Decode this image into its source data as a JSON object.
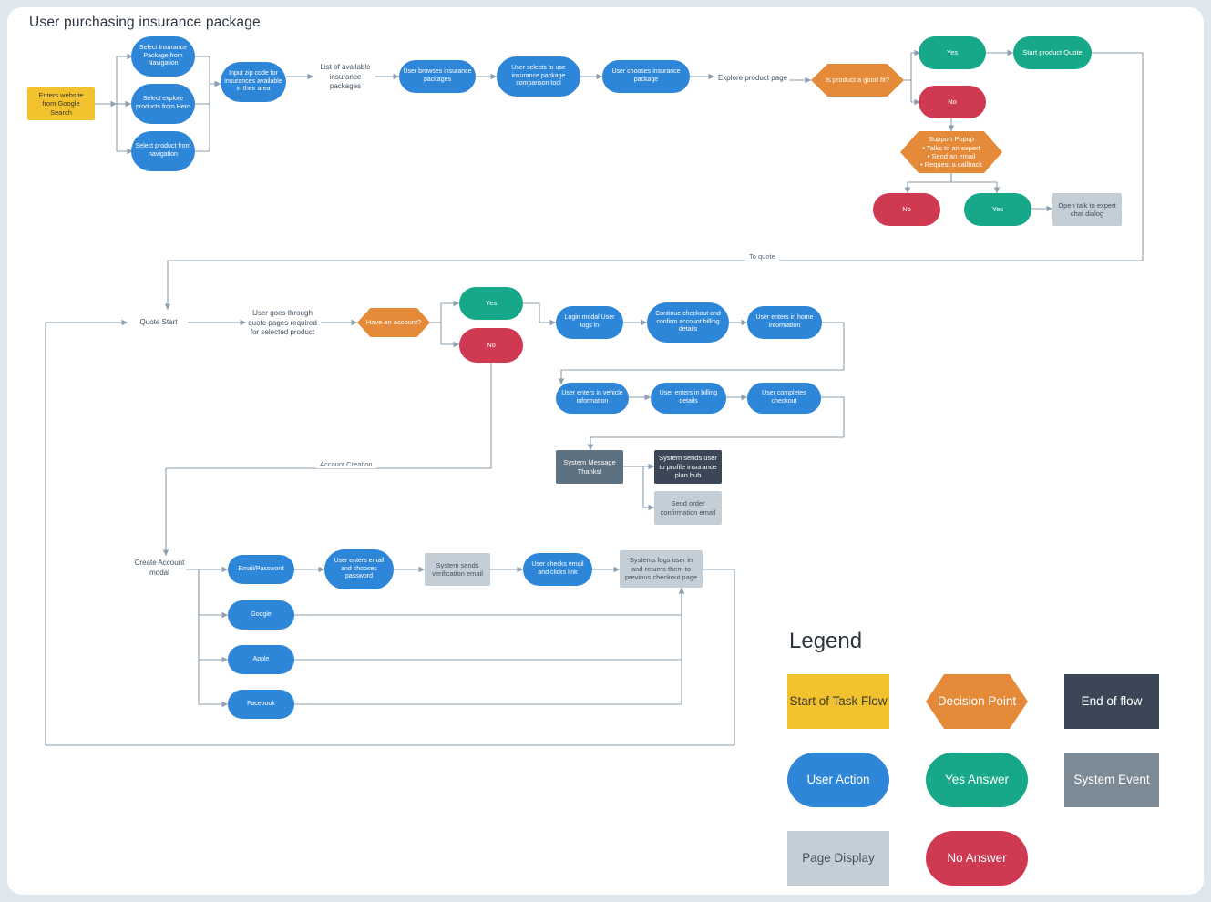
{
  "title": "User purchasing insurance package",
  "colors": {
    "blue": "#2e86d8",
    "yellow": "#f2c12e",
    "teal": "#17a88a",
    "red": "#cf3a52",
    "orange": "#e58a38",
    "page_display_gray": "#c3ced6",
    "system_event_gray": "#7c8a96",
    "end_of_flow_dark": "#3b4756",
    "slate": "#5e7180",
    "connector": "#8d9eae",
    "canvas": "#dfe6ec",
    "sheet": "#ffffff"
  },
  "flow": {
    "start": "Enters website from Google Search",
    "entry_options": [
      "Select Insurance Package from Navigation",
      "Select explore products from Hero",
      "Select product from navigation"
    ],
    "zip": "Input zip code for insurances available in their area",
    "list_available": "List of available insurance packages",
    "browse": "User browses insurance packages",
    "compare": "User selects to use insurance package comparison tool",
    "choose": "User chooses insurance package",
    "explore_page": "Explore product page",
    "good_fit_decision": "Is product a good fit?",
    "good_fit_yes": "Yes",
    "good_fit_no": "No",
    "start_quote": "Start product Quote",
    "support_popup": "Support Popup\n• Talks to an expert\n• Send an email\n• Request a callback",
    "support_popup_lines": [
      "Support Popup",
      "• Talks to an expert",
      "• Send an email",
      "• Request a callback"
    ],
    "support_no": "No",
    "support_yes": "Yes",
    "open_chat": "Open talk to expert chat dialog"
  },
  "edge_labels": {
    "to_quote": "To quote",
    "account_creation": "Account Creation"
  },
  "quote": {
    "quote_start": "Quote Start",
    "quote_pages": "User goes through quote pages required for selected product",
    "have_account_decision": "Have an account?",
    "account_yes": "Yes",
    "account_no": "No",
    "login_modal": "Login modal User logs in",
    "continue_checkout": "Continue checkout and confirm account billing details",
    "home_info": "User enters in home information",
    "vehicle_info": "User enters in vehicle information",
    "billing_details": "User enters in billing details",
    "complete_checkout": "User completes checkout"
  },
  "system": {
    "thanks": "System Message Thanks!",
    "profile_hub": "System sends user to profile insurance plan hub",
    "order_email": "Send order confirmation email"
  },
  "account": {
    "create_modal": "Create Account modal",
    "methods": [
      "Email/Password",
      "Google",
      "Apple",
      "Facebook"
    ],
    "enter_email": "User enters email and chooses password",
    "verification_email": "System sends verification email",
    "checks_email": "User checks email and clicks link",
    "logs_in_return": "Systems logs user in and returns them to previous checkout page"
  },
  "legend": {
    "title": "Legend",
    "items": [
      {
        "label": "Start of Task Flow",
        "shape": "rect",
        "color": "#f2c12e"
      },
      {
        "label": "Decision Point",
        "shape": "hexagon",
        "color": "#e58a38"
      },
      {
        "label": "End of flow",
        "shape": "rect",
        "color": "#3b4756"
      },
      {
        "label": "User Action",
        "shape": "pill",
        "color": "#2e86d8"
      },
      {
        "label": "Yes Answer",
        "shape": "pill",
        "color": "#17a88a"
      },
      {
        "label": "System Event",
        "shape": "rect",
        "color": "#7c8a96"
      },
      {
        "label": "Page Display",
        "shape": "rect",
        "color": "#c3ced6"
      },
      {
        "label": "No Answer",
        "shape": "pill",
        "color": "#cf3a52"
      }
    ]
  }
}
